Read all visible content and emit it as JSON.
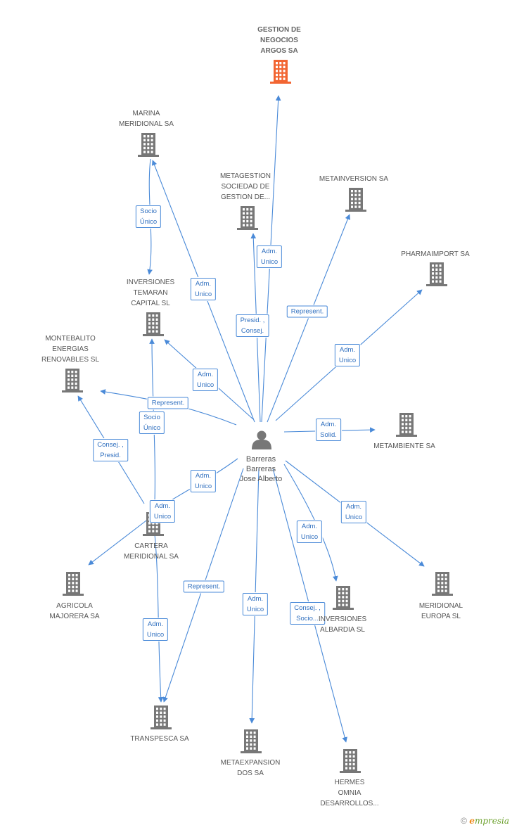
{
  "colors": {
    "edge": "#4a8ad8",
    "company_icon": "#777777",
    "main_icon": "#f26532",
    "person_icon": "#777777"
  },
  "nodes": [
    {
      "id": "gestion",
      "label": "GESTION DE\nNEGOCIOS\nARGOS SA",
      "type": "main"
    },
    {
      "id": "marina",
      "label": "MARINA\nMERIDIONAL SA",
      "type": "company"
    },
    {
      "id": "metagestion",
      "label": "METAGESTION\nSOCIEDAD DE\nGESTION DE...",
      "type": "company"
    },
    {
      "id": "metainversion",
      "label": "METAINVERSION SA",
      "type": "company"
    },
    {
      "id": "pharmaimport",
      "label": "PHARMAIMPORT SA",
      "type": "company"
    },
    {
      "id": "temaran",
      "label": "INVERSIONES\nTEMARAN\nCAPITAL SL",
      "type": "company"
    },
    {
      "id": "montebalito",
      "label": "MONTEBALITO\nENERGIAS\nRENOVABLES SL",
      "type": "company"
    },
    {
      "id": "metambiente",
      "label": "METAMBIENTE SA",
      "type": "company"
    },
    {
      "id": "person",
      "label": "Barreras\nBarreras\nJose Alberto",
      "type": "person"
    },
    {
      "id": "cartera",
      "label": "CARTERA\nMERIDIONAL SA",
      "type": "company"
    },
    {
      "id": "agricola",
      "label": "AGRICOLA\nMAJORERA SA",
      "type": "company"
    },
    {
      "id": "albardia",
      "label": "INVERSIONES\nALBARDIA SL",
      "type": "company"
    },
    {
      "id": "meridional",
      "label": "MERIDIONAL\nEUROPA SL",
      "type": "company"
    },
    {
      "id": "transpesca",
      "label": "TRANSPESCA SA",
      "type": "company"
    },
    {
      "id": "metaexpansion",
      "label": "METAEXPANSION\nDOS SA",
      "type": "company"
    },
    {
      "id": "hermes",
      "label": "HERMES\nOMNIA\nDESARROLLOS...",
      "type": "company"
    }
  ],
  "edges": [
    {
      "from": "person",
      "to": "gestion",
      "label": "Adm.\nUnico"
    },
    {
      "from": "person",
      "to": "marina",
      "label": "Adm.\nUnico"
    },
    {
      "from": "marina",
      "to": "temaran",
      "label": "Socio\nÚnico"
    },
    {
      "from": "person",
      "to": "metagestion",
      "label": "Presid. ,\nConsej."
    },
    {
      "from": "person",
      "to": "metainversion",
      "label": "Represent."
    },
    {
      "from": "person",
      "to": "pharmaimport",
      "label": "Adm.\nUnico"
    },
    {
      "from": "person",
      "to": "temaran",
      "label": "Adm.\nUnico"
    },
    {
      "from": "person",
      "to": "montebalito",
      "label": "Represent."
    },
    {
      "from": "cartera",
      "to": "temaran",
      "label": "Socio\nÚnico"
    },
    {
      "from": "cartera",
      "to": "montebalito",
      "label": "Consej. ,\nPresid."
    },
    {
      "from": "person",
      "to": "metambiente",
      "label": "Adm.\nSolid."
    },
    {
      "from": "person",
      "to": "cartera",
      "label": "Adm.\nUnico"
    },
    {
      "from": "cartera",
      "to": "agricola",
      "label": "Adm.\nUnico"
    },
    {
      "from": "person",
      "to": "albardia",
      "label": "Adm.\nUnico"
    },
    {
      "from": "person",
      "to": "meridional",
      "label": "Adm.\nUnico"
    },
    {
      "from": "cartera",
      "to": "transpesca",
      "label": "Adm.\nUnico"
    },
    {
      "from": "person",
      "to": "transpesca",
      "label": "Represent."
    },
    {
      "from": "person",
      "to": "metaexpansion",
      "label": "Adm.\nUnico"
    },
    {
      "from": "person",
      "to": "hermes",
      "label": "Consej. ,\nSocio..."
    }
  ],
  "footer": {
    "copyright_symbol": "©",
    "brand_initial": "e",
    "brand_rest": "mpresia"
  }
}
